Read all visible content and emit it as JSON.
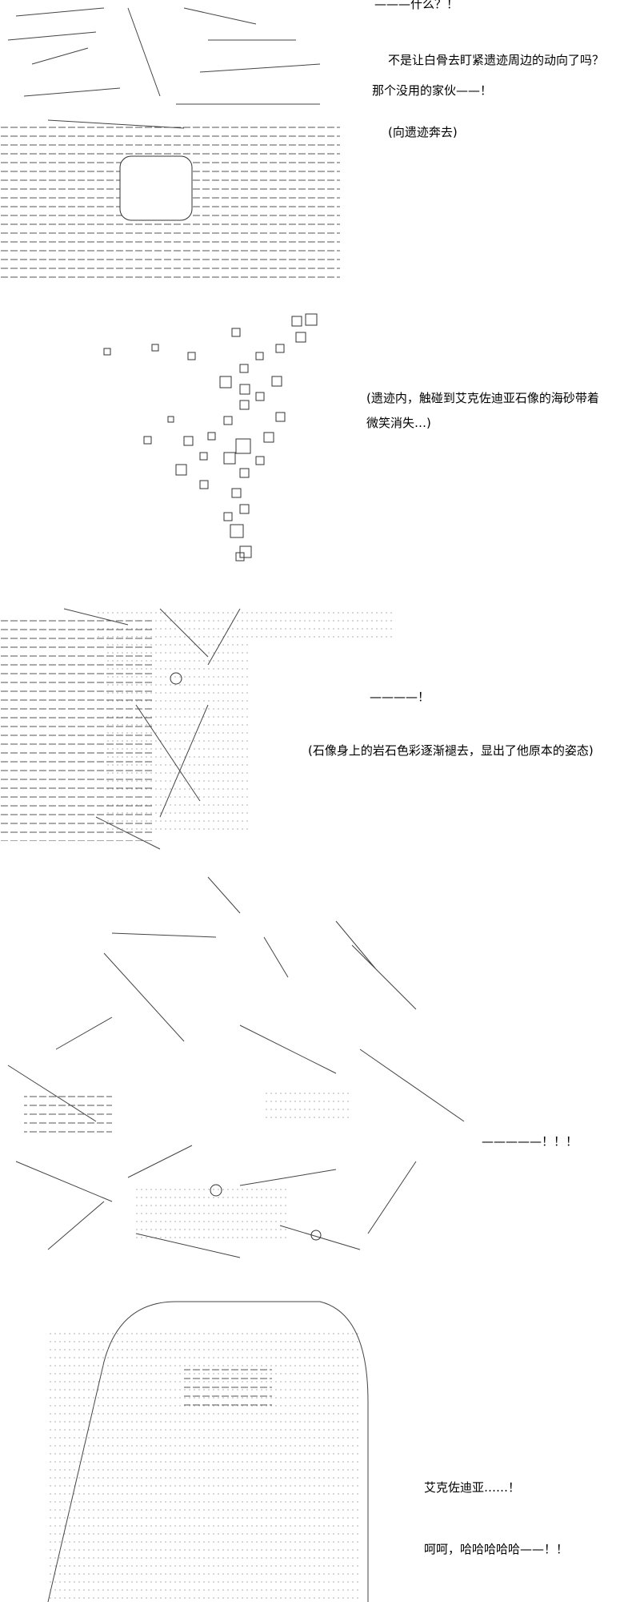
{
  "panels": [
    {
      "lines": [
        "———什么？！",
        "不是让白骨去盯紧遗迹周边的动向了吗？",
        "那个没用的家伙——！",
        "(向遗迹奔去)"
      ]
    },
    {
      "lines": [
        "(遗迹内，触碰到艾克佐迪亚石像的海砂带着",
        "微笑消失…)"
      ]
    },
    {
      "lines": [
        "————！",
        "(石像身上的岩石色彩逐渐褪去，显出了他原本的姿态)"
      ]
    },
    {
      "lines": [
        "—————！！！"
      ]
    },
    {
      "lines": [
        "艾克佐迪亚……！",
        "呵呵，哈哈哈哈哈——！！"
      ]
    }
  ],
  "colors": {
    "ink": "#000000",
    "art": "#555555"
  }
}
